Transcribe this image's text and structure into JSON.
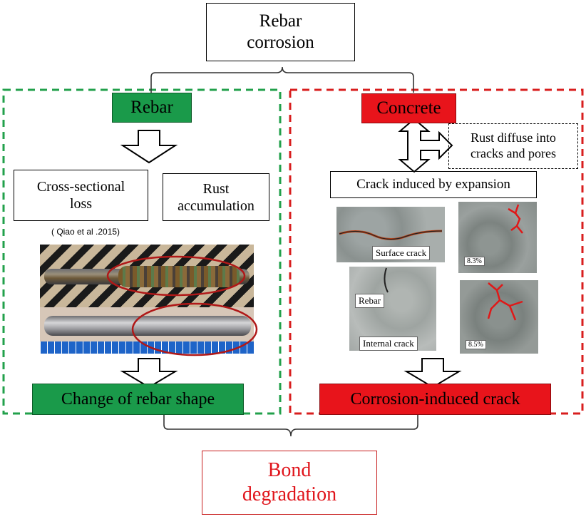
{
  "top": {
    "line1": "Rebar",
    "line2": "corrosion"
  },
  "left": {
    "header": "Rebar",
    "box_loss": {
      "line1": "Cross-sectional",
      "line2": "loss"
    },
    "box_rust": {
      "line1": "Rust",
      "line2": "accumulation"
    },
    "citation": "( Qiao et al .2015)",
    "result": "Change of rebar shape"
  },
  "right": {
    "header": "Concrete",
    "diffuse": {
      "line1": "Rust diffuse into",
      "line2": "cracks and pores"
    },
    "crack_expansion": "Crack induced by expansion",
    "photos": {
      "surface_crack": "Surface crack",
      "rebar": "Rebar",
      "internal_crack": "Internal crack",
      "pct_a": "8.3%",
      "pct_b": "8.5%"
    },
    "result": "Corrosion-induced crack"
  },
  "bottom": {
    "line1": "Bond",
    "line2": "degradation"
  },
  "colors": {
    "green": "#1a9a4a",
    "red": "#e8141b",
    "dashed_green": "#22a04b",
    "dashed_red": "#d81e1e"
  }
}
